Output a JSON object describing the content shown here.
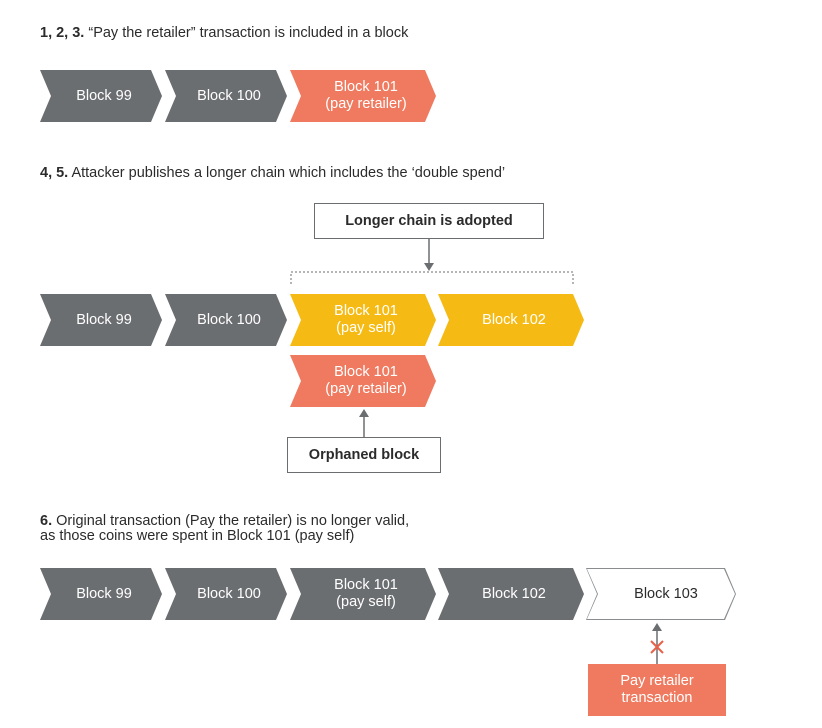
{
  "section1": {
    "number": "1, 2, 3.",
    "text": " “Pay the retailer” transaction is included in a block",
    "blocks": [
      {
        "label": "Block 99"
      },
      {
        "label": "Block 100"
      },
      {
        "label": "Block 101\n(pay retailer)"
      }
    ]
  },
  "section2": {
    "number": "4, 5.",
    "text": " Attacker publishes a longer chain which includes the ‘double spend’",
    "callout_top": "Longer chain is adopted",
    "blocks": [
      {
        "label": "Block 99"
      },
      {
        "label": "Block 100"
      },
      {
        "label": "Block 101\n(pay self)"
      },
      {
        "label": "Block 102"
      }
    ],
    "orphan_block": "Block 101\n(pay retailer)",
    "callout_bottom": "Orphaned block"
  },
  "section3": {
    "number": "6.",
    "text_line1": " Original transaction (Pay the retailer) is no longer valid,",
    "text_line2": "as those coins were spent in Block 101 (pay self)",
    "blocks": [
      {
        "label": "Block 99"
      },
      {
        "label": "Block 100"
      },
      {
        "label": "Block 101\n(pay self)"
      },
      {
        "label": "Block 102"
      },
      {
        "label": "Block 103"
      }
    ],
    "rejected_tx": "Pay retailer\ntransaction"
  },
  "colors": {
    "gray": "#6b6e71",
    "salmon": "#ef7a5f",
    "yellow": "#f5bb14"
  }
}
